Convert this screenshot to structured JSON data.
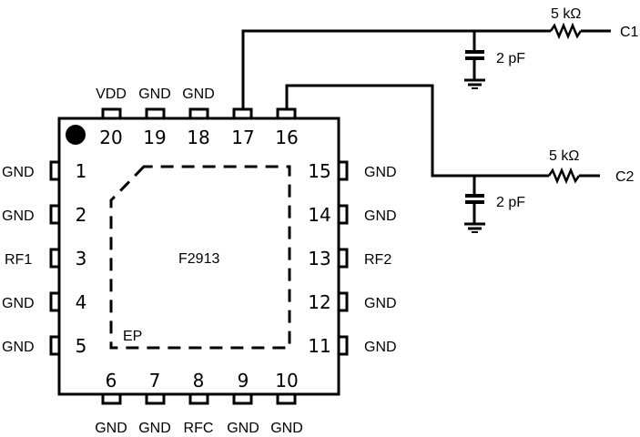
{
  "chip": {
    "part_number": "F2913",
    "exposed_pad_label": "EP"
  },
  "pins": {
    "left": [
      {
        "number": "1",
        "name": "GND"
      },
      {
        "number": "2",
        "name": "GND"
      },
      {
        "number": "3",
        "name": "RF1"
      },
      {
        "number": "4",
        "name": "GND"
      },
      {
        "number": "5",
        "name": "GND"
      }
    ],
    "bottom": [
      {
        "number": "6",
        "name": "GND"
      },
      {
        "number": "7",
        "name": "GND"
      },
      {
        "number": "8",
        "name": "RFC"
      },
      {
        "number": "9",
        "name": "GND"
      },
      {
        "number": "10",
        "name": "GND"
      }
    ],
    "right": [
      {
        "number": "11",
        "name": "GND"
      },
      {
        "number": "12",
        "name": "GND"
      },
      {
        "number": "13",
        "name": "RF2"
      },
      {
        "number": "14",
        "name": "GND"
      },
      {
        "number": "15",
        "name": "GND"
      }
    ],
    "top": [
      {
        "number": "16",
        "name": ""
      },
      {
        "number": "17",
        "name": ""
      },
      {
        "number": "18",
        "name": "GND"
      },
      {
        "number": "19",
        "name": "GND"
      },
      {
        "number": "20",
        "name": "VDD"
      }
    ]
  },
  "networks": {
    "c1": {
      "resistor": "5 kΩ",
      "capacitor": "2 pF",
      "terminal": "C1",
      "pin": "17"
    },
    "c2": {
      "resistor": "5 kΩ",
      "capacitor": "2 pF",
      "terminal": "C2",
      "pin": "16"
    }
  }
}
